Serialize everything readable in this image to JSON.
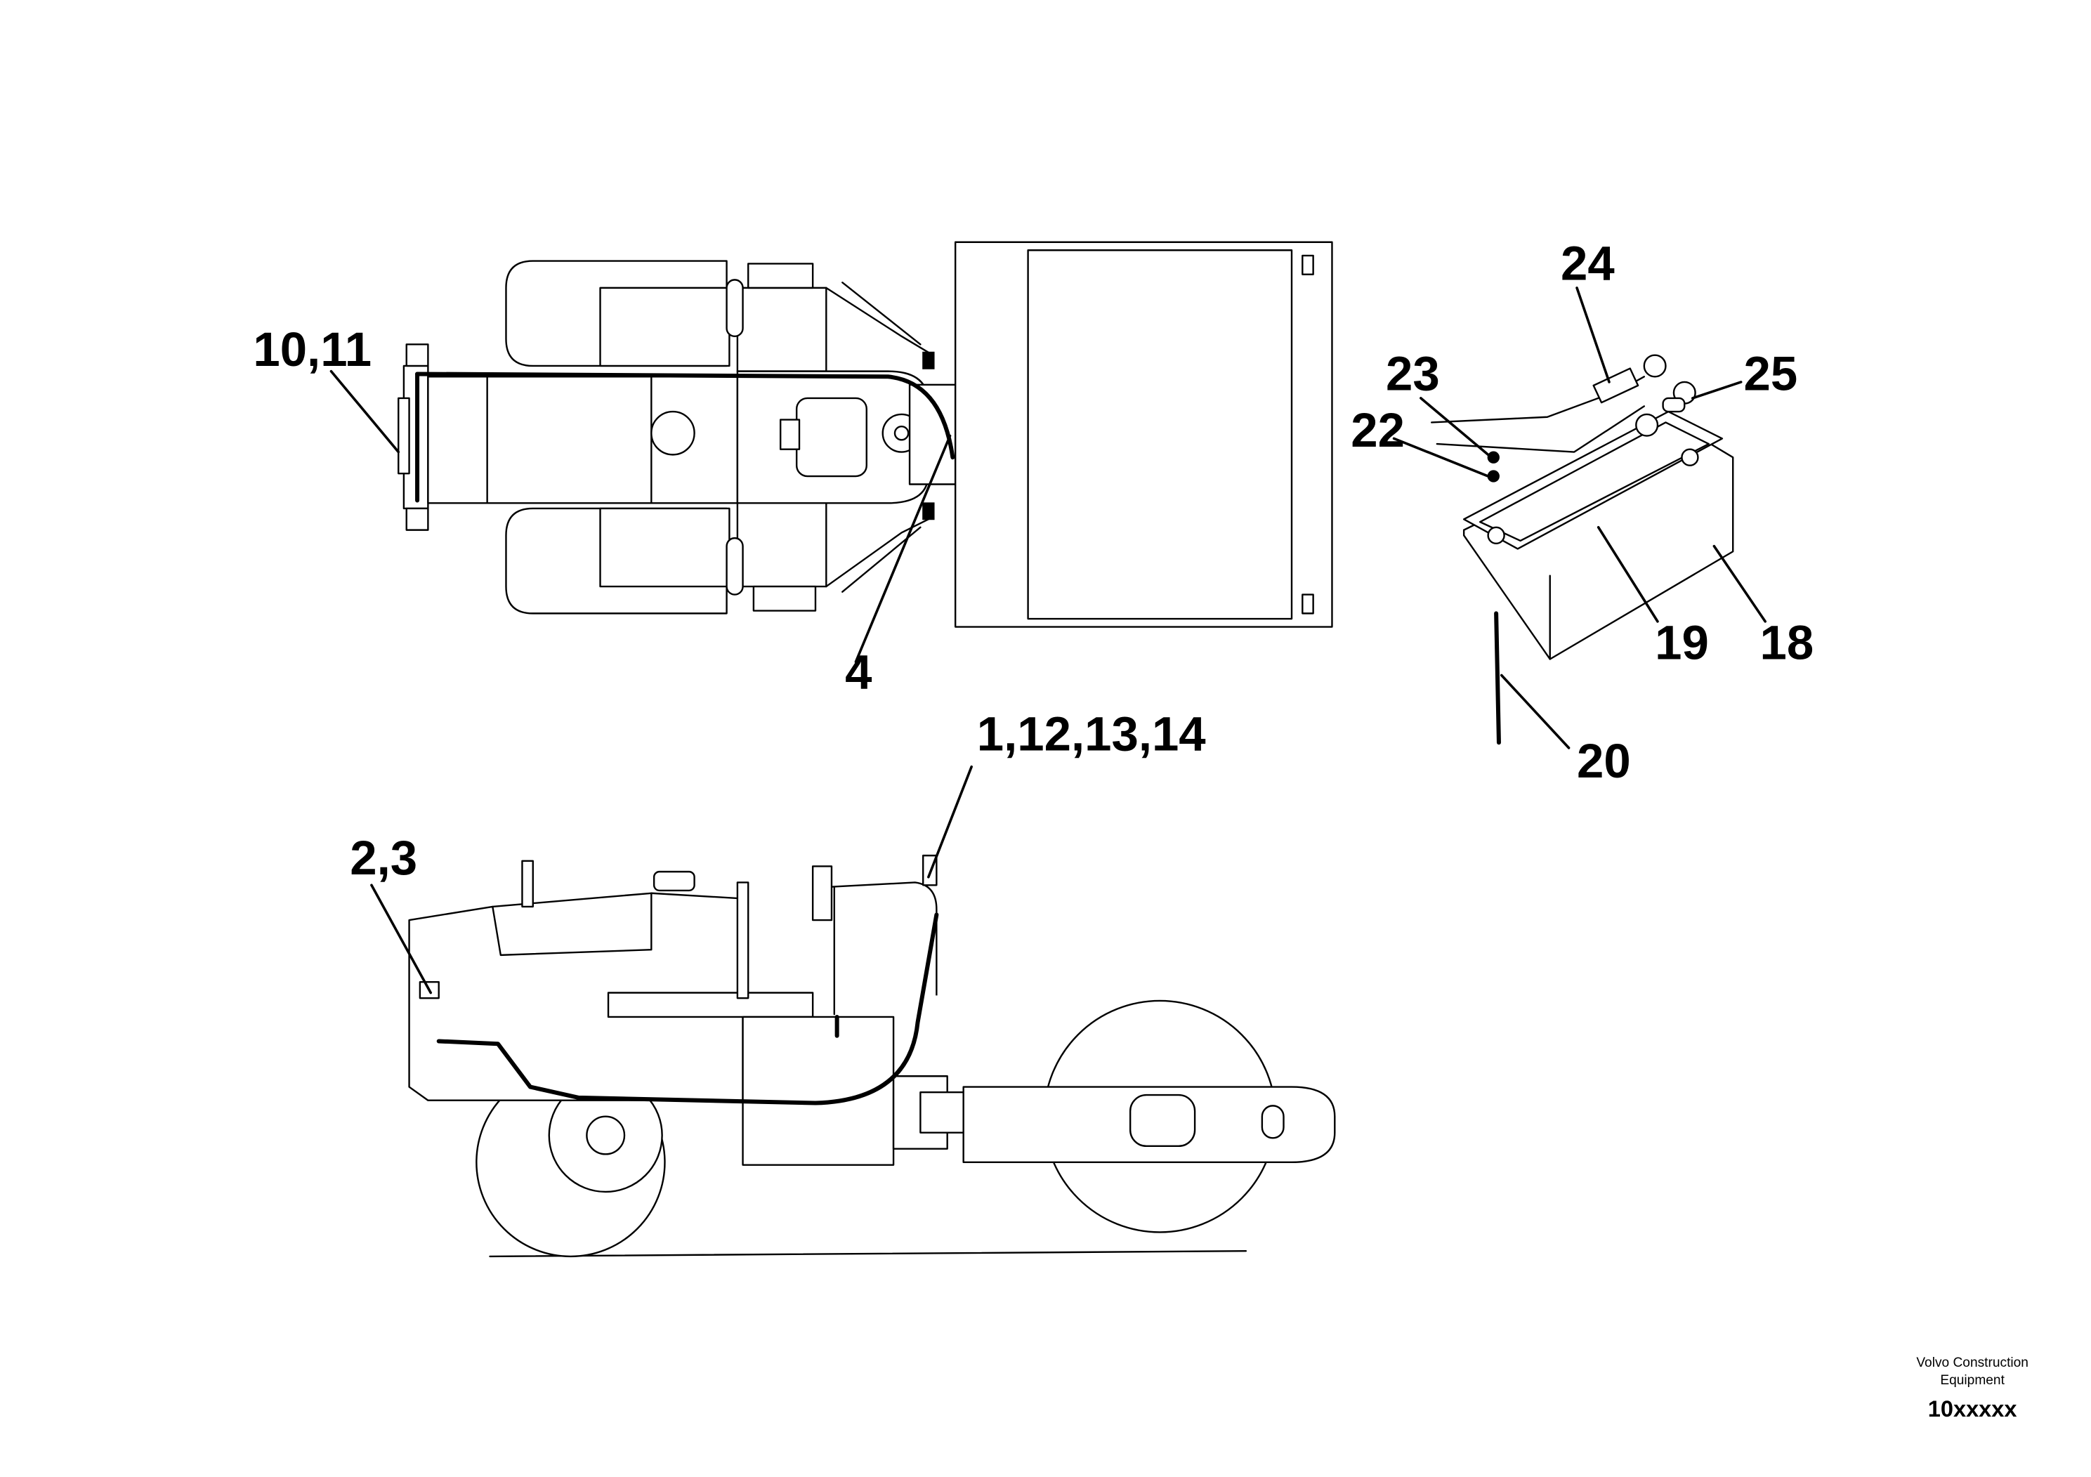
{
  "callouts": {
    "c_10_11": "10,11",
    "c_4": "4",
    "c_1_12_13_14": "1,12,13,14",
    "c_2_3": "2,3",
    "c_24": "24",
    "c_23": "23",
    "c_22": "22",
    "c_25": "25",
    "c_19": "19",
    "c_18": "18",
    "c_20": "20"
  },
  "stamp": {
    "company_line1": "Volvo Construction",
    "company_line2": "Equipment",
    "drawing_number": "10xxxxx"
  }
}
